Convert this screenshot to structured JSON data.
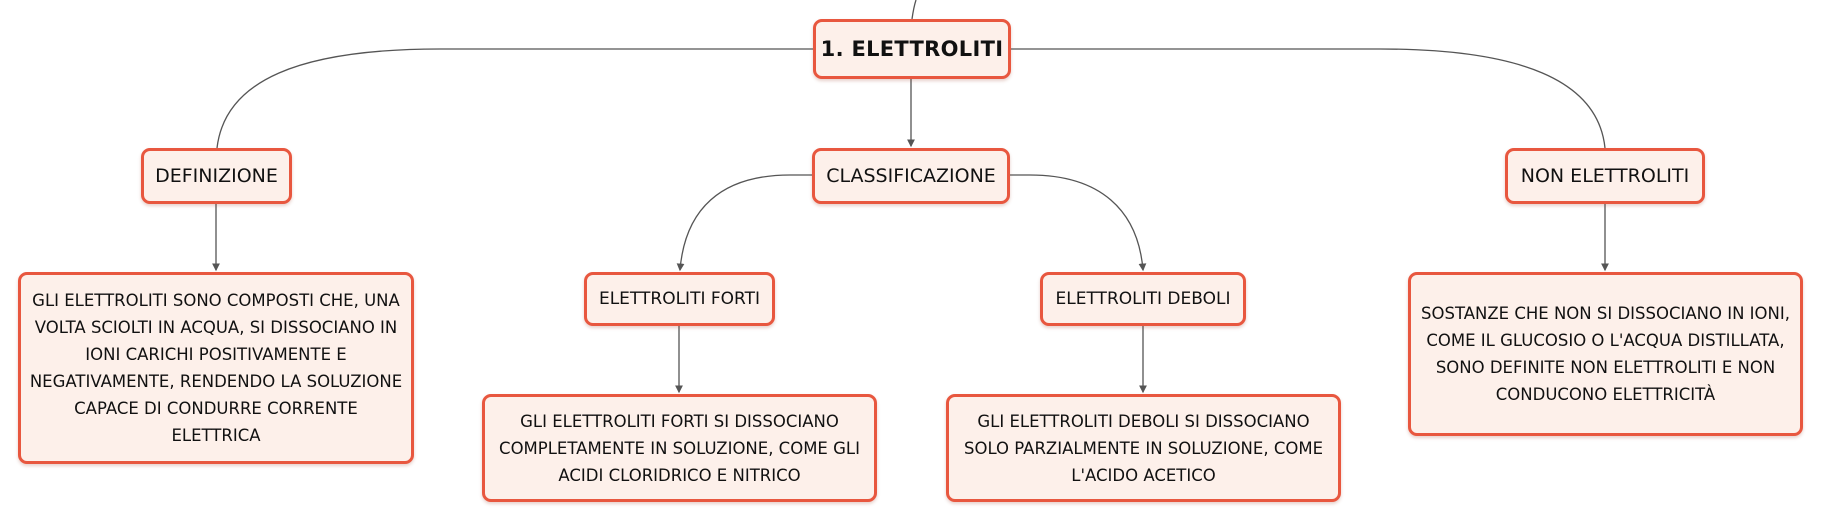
{
  "root": {
    "label": "1. ELETTROLITI"
  },
  "branches": {
    "definizione": {
      "label": "DEFINIZIONE",
      "text": "GLI ELETTROLITI SONO COMPOSTI CHE, UNA VOLTA SCIOLTI IN ACQUA, SI DISSOCIANO IN IONI CARICHI POSITIVAMENTE E NEGATIVAMENTE, RENDENDO LA SOLUZIONE CAPACE DI CONDURRE CORRENTE ELETTRICA",
      "lines": [
        "GLI ELETTROLITI SONO COMPOSTI CHE, UNA",
        "VOLTA SCIOLTI IN ACQUA, SI DISSOCIANO IN",
        "IONI CARICHI POSITIVAMENTE E",
        "NEGATIVAMENTE, RENDENDO LA SOLUZIONE",
        "CAPACE DI CONDURRE CORRENTE",
        "ELETTRICA"
      ]
    },
    "classificazione": {
      "label": "CLASSIFICAZIONE",
      "forti": {
        "label": "ELETTROLITI FORTI",
        "lines": [
          "GLI ELETTROLITI FORTI SI DISSOCIANO",
          "COMPLETAMENTE IN SOLUZIONE, COME GLI",
          "ACIDI CLORIDRICO E NITRICO"
        ]
      },
      "deboli": {
        "label": "ELETTROLITI DEBOLI",
        "lines": [
          "GLI ELETTROLITI DEBOLI SI DISSOCIANO",
          "SOLO PARZIALMENTE IN SOLUZIONE, COME",
          "L'ACIDO ACETICO"
        ]
      }
    },
    "non_elettroliti": {
      "label": "NON ELETTROLITI",
      "lines": [
        "SOSTANZE CHE NON SI DISSOCIANO IN IONI,",
        "COME IL GLUCOSIO O L'ACQUA DISTILLATA,",
        "SONO DEFINITE NON ELETTROLITI E NON",
        "CONDUCONO ELETTRICITÀ"
      ]
    }
  },
  "colors": {
    "node_border": "#e8573f",
    "node_fill": "#fdf0ea",
    "connector": "#555555",
    "text": "#111111"
  }
}
